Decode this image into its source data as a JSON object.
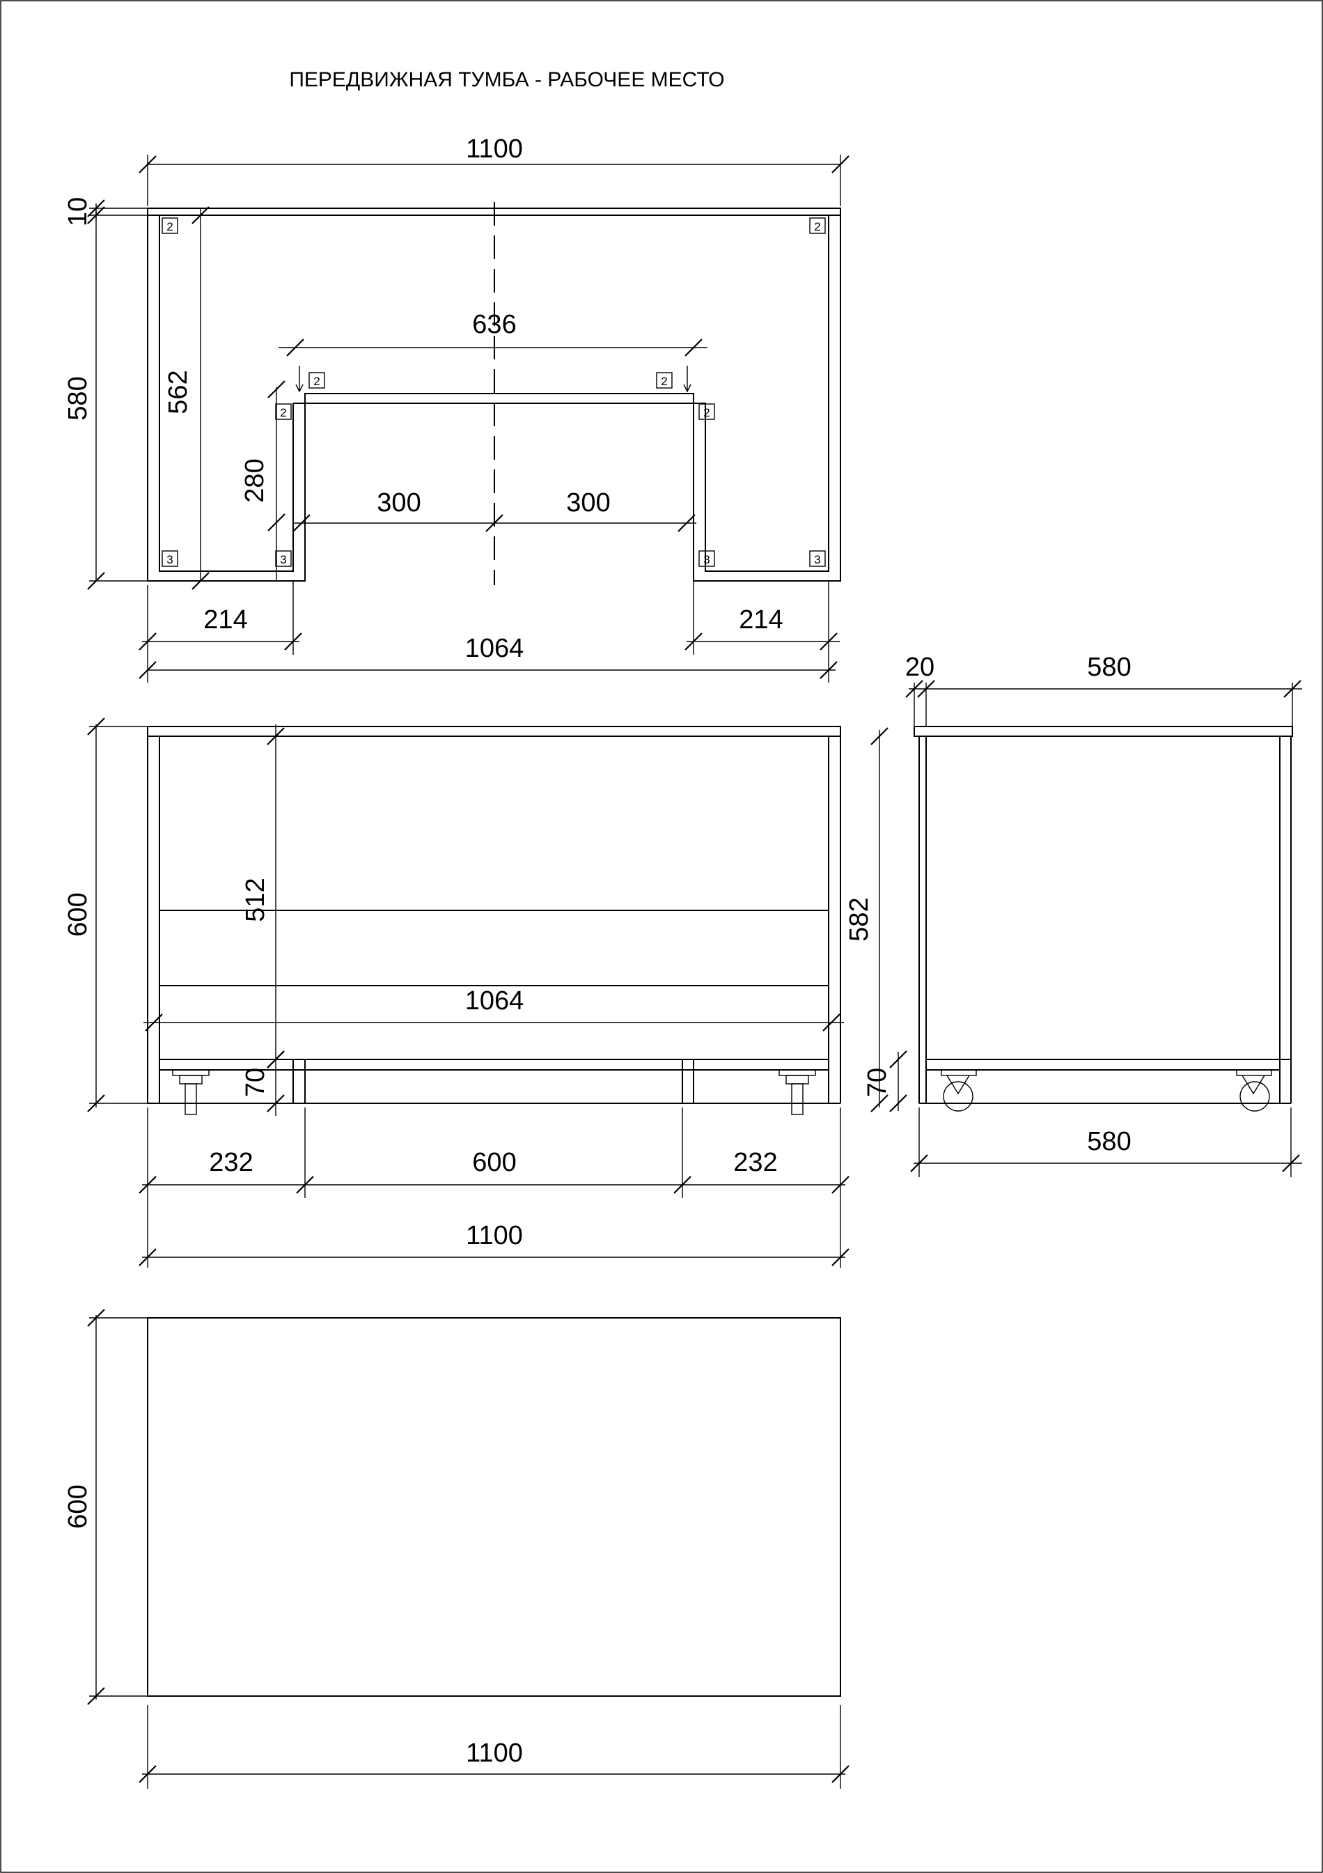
{
  "title": "ПЕРЕДВИЖНАЯ ТУМБА - РАБОЧЕЕ МЕСТО",
  "top_view": {
    "overall_width": "1100",
    "top_thickness": "10",
    "depth": "580",
    "side_depth": "562",
    "recess_width": "636",
    "recess_depth": "280",
    "half_left": "300",
    "half_right": "300",
    "leg_left": "214",
    "leg_right": "214",
    "inner_width": "1064",
    "tags": [
      "2",
      "2",
      "2",
      "2",
      "2",
      "2",
      "3",
      "3",
      "3",
      "3"
    ]
  },
  "front_view": {
    "height": "600",
    "inner_height": "512",
    "inner_width": "1064",
    "plinth": "70",
    "seg_left": "232",
    "seg_mid": "600",
    "seg_right": "232",
    "overall_width": "1100"
  },
  "side_view": {
    "top_thickness": "20",
    "depth_top": "580",
    "height": "582",
    "plinth": "70",
    "depth_bottom": "580"
  },
  "plan_view": {
    "depth": "600",
    "width": "1100"
  }
}
